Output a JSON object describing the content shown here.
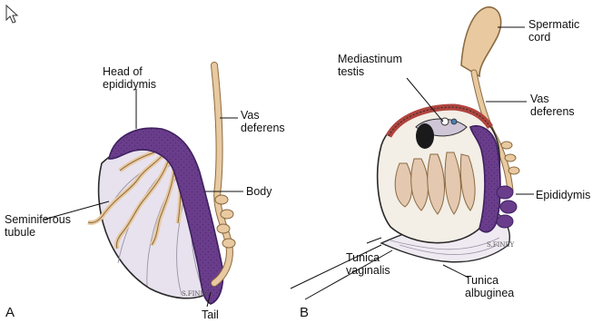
{
  "panels": {
    "a": {
      "letter": "A"
    },
    "b": {
      "letter": "B"
    }
  },
  "labels_a": {
    "head_line1": "Head of",
    "head_line2": "epididymis",
    "vas_line1": "Vas",
    "vas_line2": "deferens",
    "body": "Body",
    "semi_line1": "Seminiferous",
    "semi_line2": "tubule",
    "tail": "Tail"
  },
  "labels_b": {
    "cord_line1": "Spermatic",
    "cord_line2": "cord",
    "medi_line1": "Mediastinum",
    "medi_line2": "testis",
    "vas_line1": "Vas",
    "vas_line2": "deferens",
    "epididymis": "Epididymis",
    "vag_line1": "Tunica",
    "vag_line2": "vaginalis",
    "alb_line1": "Tunica",
    "alb_line2": "albuginea"
  },
  "colors": {
    "epididymis": "#6a3d8c",
    "epididymis_dark": "#3f2160",
    "duct": "#e8c9a0",
    "duct_outline": "#8a6a40",
    "testis_fill": "#e7e2ee",
    "tunica_red": "#b0443e",
    "outline": "#2a2a2a"
  }
}
